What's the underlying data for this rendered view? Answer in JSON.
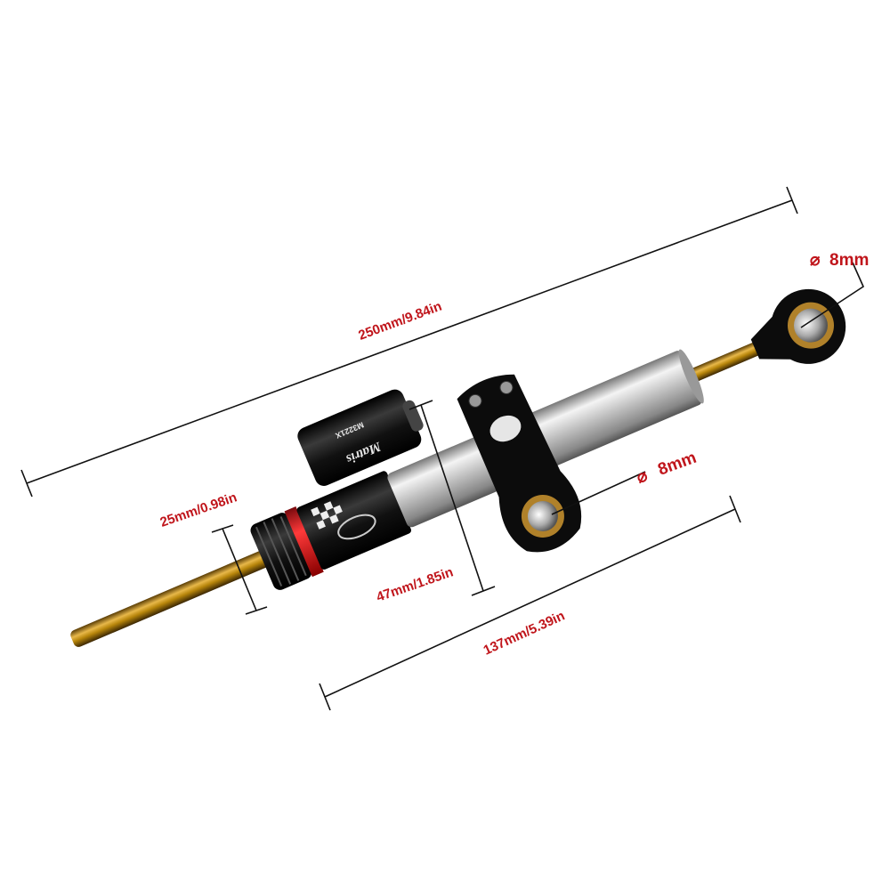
{
  "product": {
    "logo_text": "Matris",
    "model_text": "M3221X"
  },
  "dimensions": {
    "overall_length": "250mm/9.84in",
    "rod_end_hole": "8mm",
    "clamp_hole": "8mm",
    "diameter_symbol": "⌀",
    "body_diameter": "25mm/0.98in",
    "clamp_height": "47mm/1.85in",
    "stroke_length": "137mm/5.39in"
  },
  "colors": {
    "label": "#c0151b",
    "rod_gold": "#b8860b",
    "anodized_red": "#d0141c",
    "body_silver": "#c8c8c8",
    "black": "#111111"
  }
}
